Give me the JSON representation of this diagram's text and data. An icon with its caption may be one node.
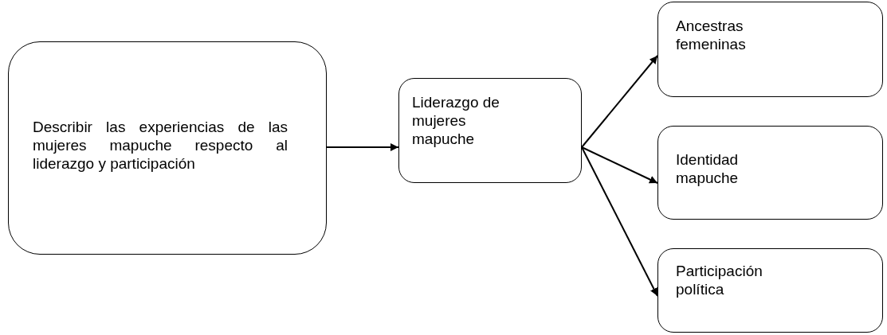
{
  "diagram": {
    "nodes": [
      {
        "text": [
          "Describir las experiencias de las mujeres mapuche respecto al liderazgo y participación"
        ]
      },
      {
        "text": [
          "Liderazgo de mujeres mapuche"
        ]
      },
      {
        "text": [
          "Ancestras femeninas"
        ]
      },
      {
        "text": [
          "Identidad mapuche"
        ]
      },
      {
        "text": [
          "Participación política"
        ]
      }
    ],
    "edges": [
      {
        "from": 0,
        "to": 1,
        "arrow": "to"
      },
      {
        "from": 1,
        "to": 2,
        "arrow": "to"
      },
      {
        "from": 1,
        "to": 3,
        "arrow": "to"
      },
      {
        "from": 1,
        "to": 4,
        "arrow": "to"
      }
    ]
  }
}
